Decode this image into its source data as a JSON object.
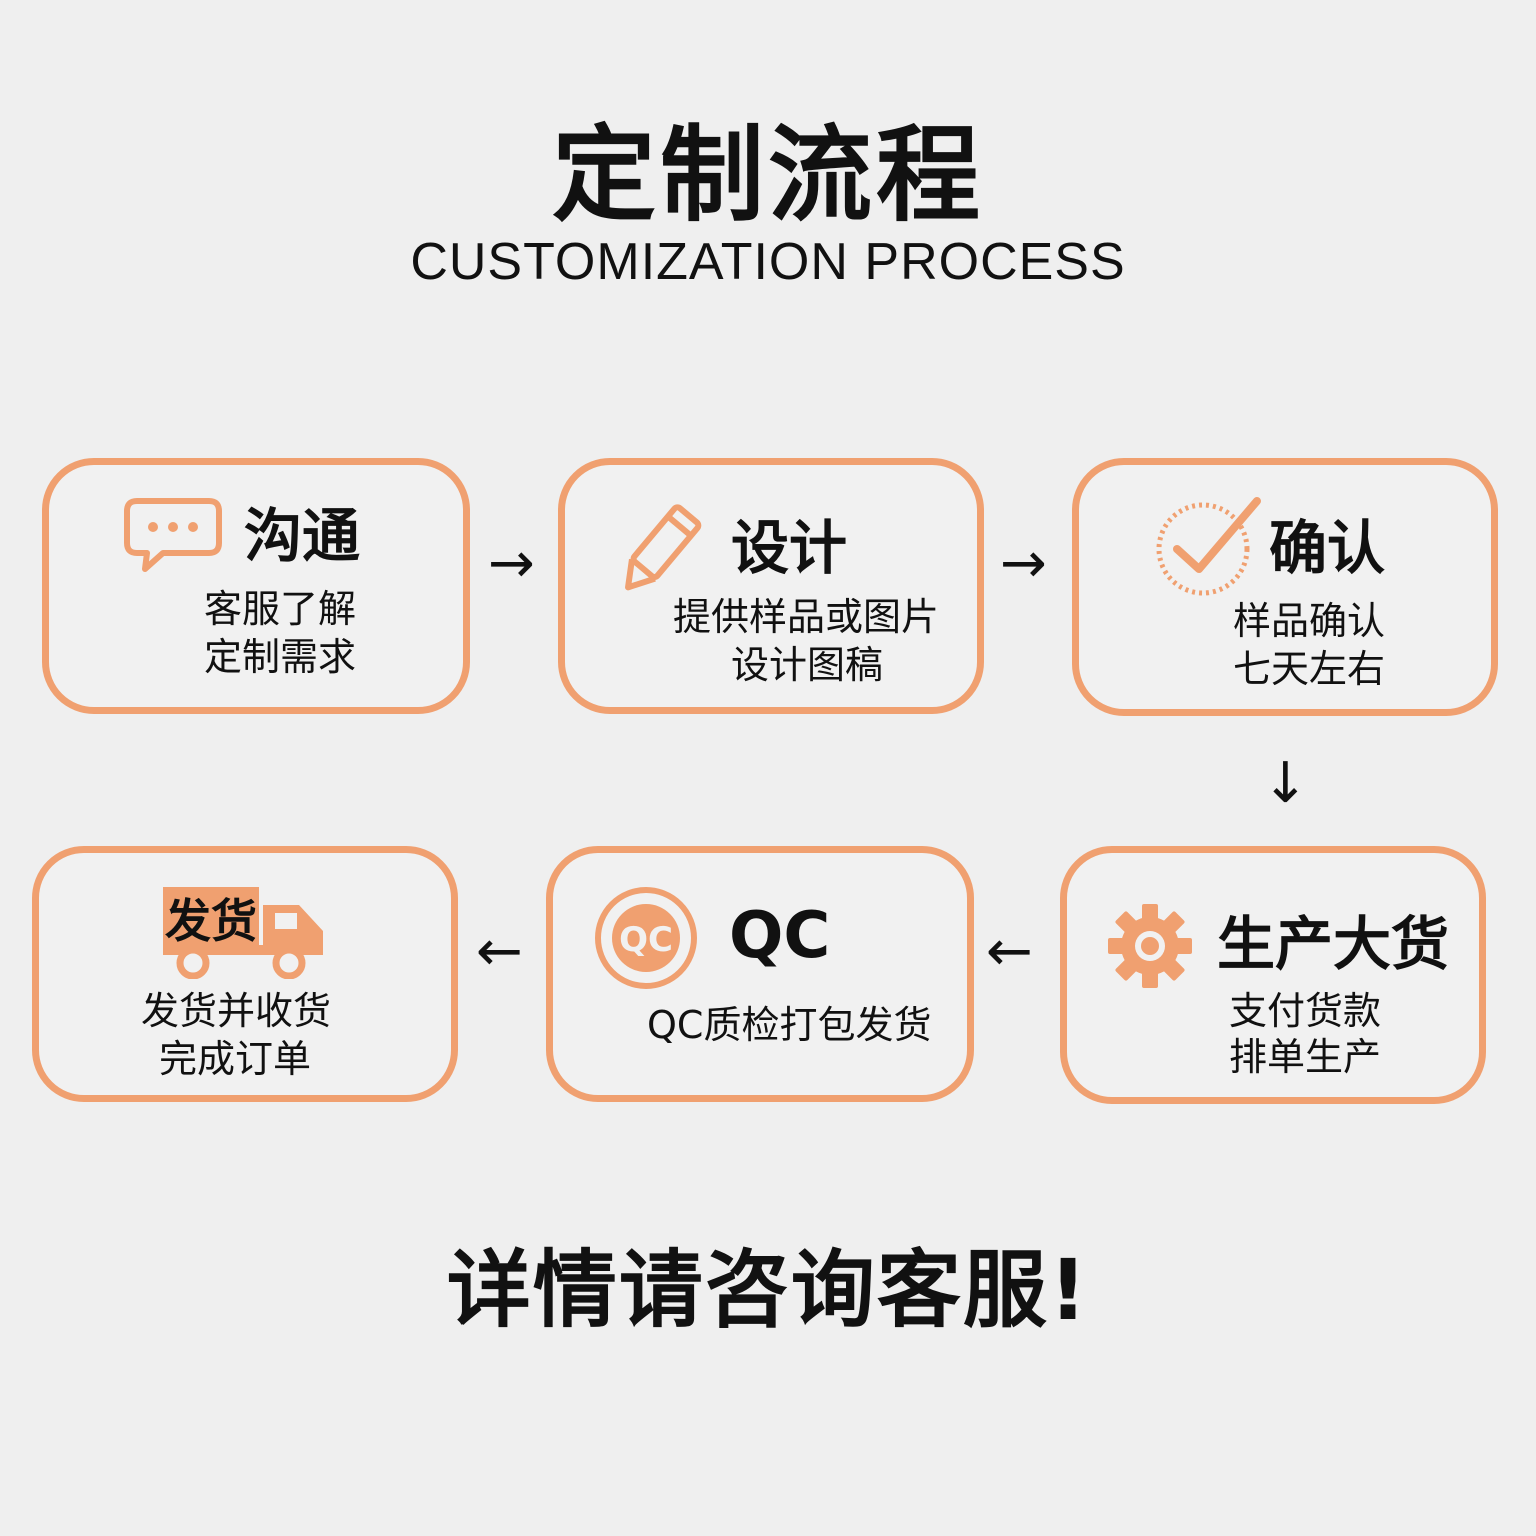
{
  "title": "定制流程",
  "subtitle": "CUSTOMIZATION PROCESS",
  "accent_color": "#f0a070",
  "steps": [
    {
      "icon": "chat-bubble-icon",
      "title": "沟通",
      "line1": "客服了解",
      "line2": "定制需求"
    },
    {
      "icon": "pencil-icon",
      "title": "设计",
      "line1": "提供样品或图片",
      "line2": "设计图稿"
    },
    {
      "icon": "check-circle-icon",
      "title": "确认",
      "line1": "样品确认",
      "line2": "七天左右"
    },
    {
      "icon": "gear-icon",
      "title": "生产大货",
      "line1": "支付货款",
      "line2": "排单生产"
    },
    {
      "icon": "qc-badge-icon",
      "title": "QC",
      "line1": "QC质检打包发货",
      "line2": ""
    },
    {
      "icon": "delivery-truck-icon",
      "title": "发货",
      "line1": "发货并收货",
      "line2": "完成订单"
    }
  ],
  "footer": "详情请咨询客服!"
}
